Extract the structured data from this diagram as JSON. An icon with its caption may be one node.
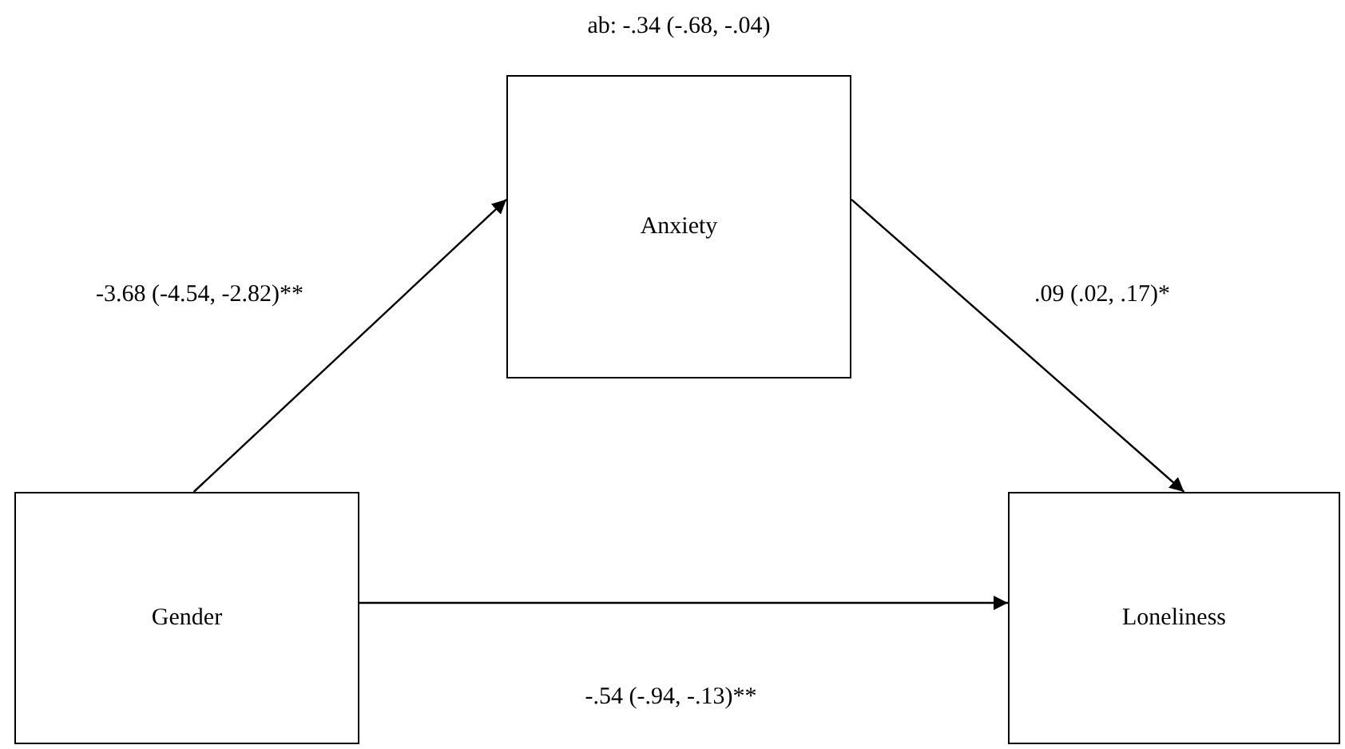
{
  "diagram": {
    "nodes": [
      {
        "text": [
          "Anxiety"
        ]
      },
      {
        "text": [
          "Gender"
        ]
      },
      {
        "text": [
          "Loneliness"
        ]
      }
    ],
    "edges": [
      {
        "from": 1,
        "to": 0,
        "arrow": "to",
        "label": "-3.68 (-4.54, -2.82)**"
      },
      {
        "from": 0,
        "to": 2,
        "arrow": "to",
        "label": ".09 (.02, .17)*"
      },
      {
        "from": 1,
        "to": 2,
        "arrow": "to",
        "label": "-.54 (-.94, -.13)**"
      }
    ],
    "labels": [
      "ab: -.34 (-.68, -.04)"
    ]
  }
}
